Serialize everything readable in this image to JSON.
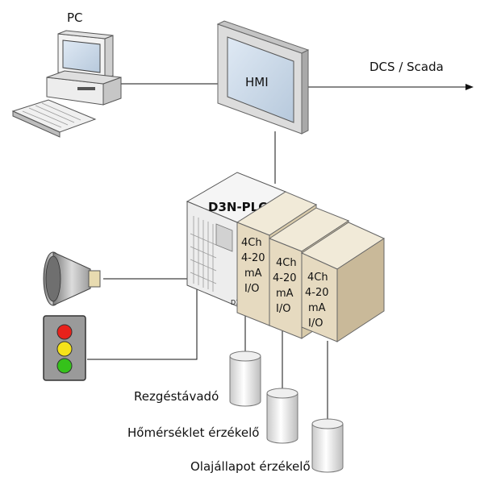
{
  "labels": {
    "pc": "PC",
    "hmi": "HMI",
    "dcs": "DCS / Scada",
    "plc": "D3N-PLC",
    "plc_small": "D3",
    "io_line1": "4Ch",
    "io_line2": "4-20",
    "io_line3": "mA",
    "io_line4": "I/O",
    "sensor_vibration": "Rezgéstávadó",
    "sensor_temperature": "Hőmérséklet érzékelő",
    "sensor_oil": "Olajállapot érzékelő"
  },
  "colors": {
    "module_fill": "#e6dac0",
    "module_top": "#f1ead8",
    "module_side": "#c9b999",
    "plc_body": "#ececec",
    "light_red": "#e8211b",
    "light_yellow": "#f5e21a",
    "light_green": "#35c21a"
  }
}
